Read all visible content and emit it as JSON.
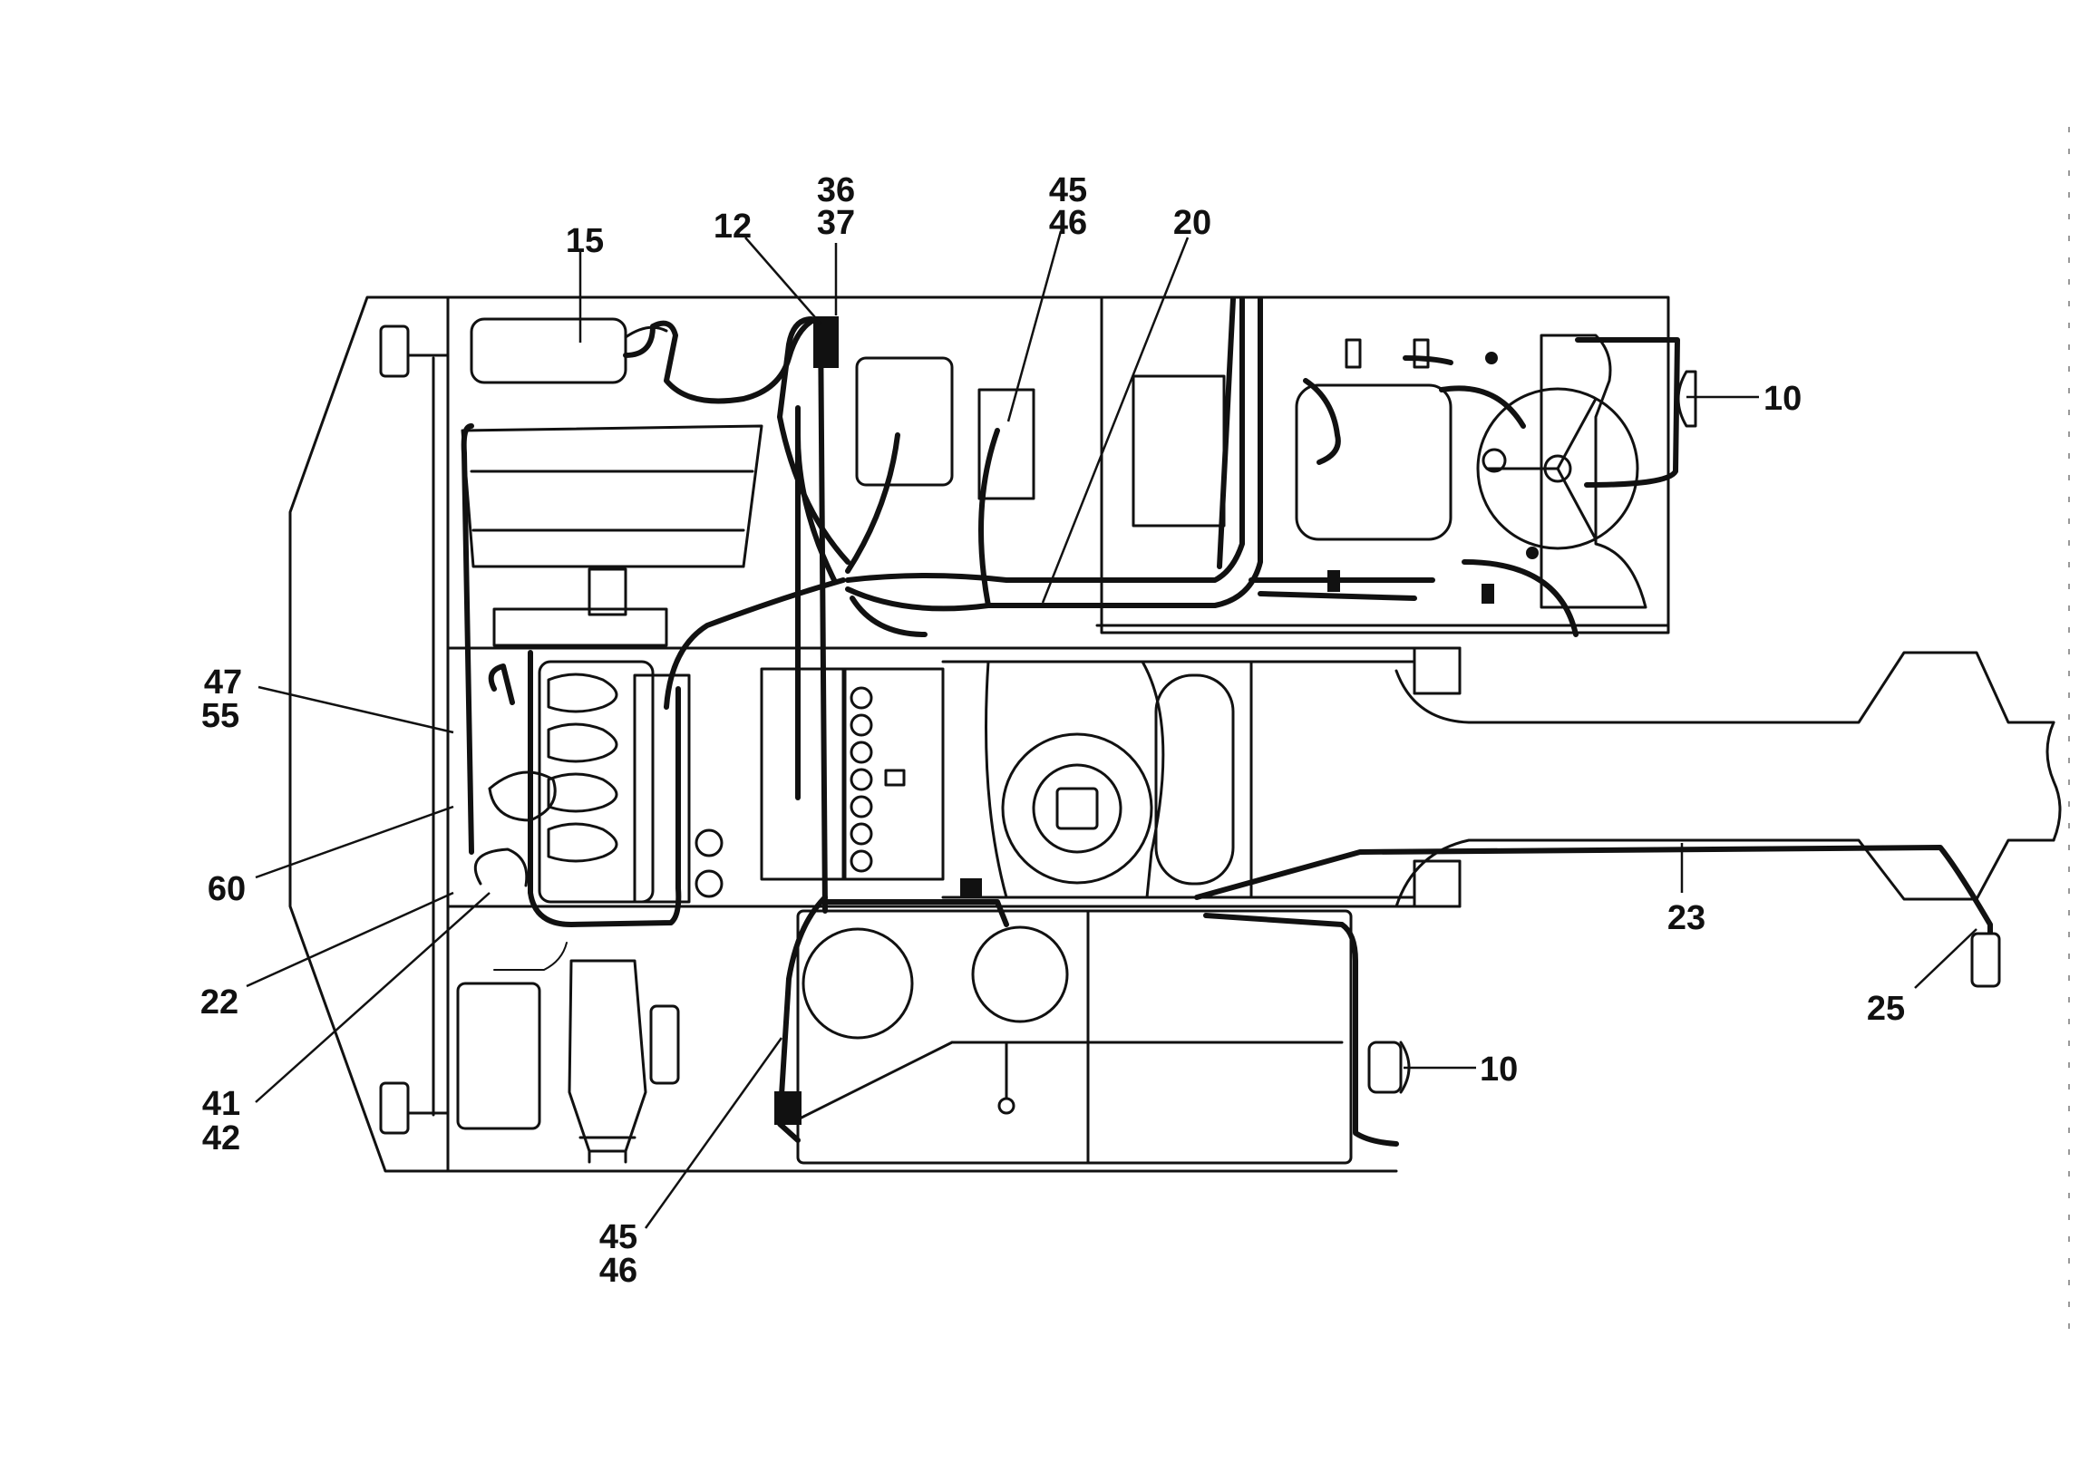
{
  "callouts": [
    {
      "id": "c15",
      "lines": [
        "15"
      ]
    },
    {
      "id": "c12",
      "lines": [
        "12"
      ]
    },
    {
      "id": "c36",
      "lines": [
        "36",
        "37"
      ]
    },
    {
      "id": "c45top",
      "lines": [
        "45",
        "46"
      ]
    },
    {
      "id": "c20",
      "lines": [
        "20"
      ]
    },
    {
      "id": "c10top",
      "lines": [
        "10"
      ]
    },
    {
      "id": "c47",
      "lines": [
        "47",
        "55"
      ]
    },
    {
      "id": "c60",
      "lines": [
        "60"
      ]
    },
    {
      "id": "c22",
      "lines": [
        "22"
      ]
    },
    {
      "id": "c41",
      "lines": [
        "41",
        "42"
      ]
    },
    {
      "id": "c45bot",
      "lines": [
        "45",
        "46"
      ]
    },
    {
      "id": "c10bot",
      "lines": [
        "10"
      ]
    },
    {
      "id": "c23",
      "lines": [
        "23"
      ]
    },
    {
      "id": "c25",
      "lines": [
        "25"
      ]
    }
  ]
}
